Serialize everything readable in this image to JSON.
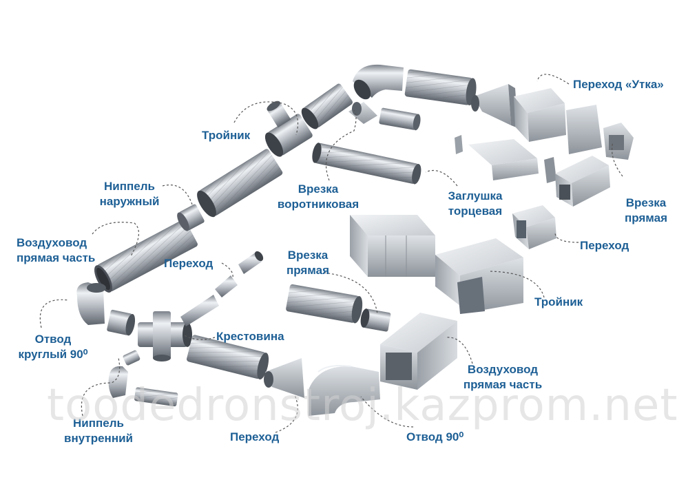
{
  "colors": {
    "label": "#1d5f95",
    "leader": "#555555",
    "metal_light": "#eef1f4",
    "metal_mid": "#b7bcc3",
    "metal_dark": "#6d737b"
  },
  "labels": {
    "tee_round": "Тройник",
    "nipple_outer_1": "Ниппель",
    "nipple_outer_2": "наружный",
    "duct_round_1": "Воздуховод",
    "duct_round_2": "прямая часть",
    "elbow_round_1": "Отвод",
    "elbow_round_2": "круглый 90⁰",
    "nipple_inner_1": "Ниппель",
    "nipple_inner_2": "внутренний",
    "reducer_round": "Переход",
    "cross": "Крестовина",
    "transition_bottom": "Переход",
    "collar_tap_1": "Врезка",
    "collar_tap_2": "воротниковая",
    "tap_straight_mid_1": "Врезка",
    "tap_straight_mid_2": "прямая",
    "end_cap_1": "Заглушка",
    "end_cap_2": "торцевая",
    "offset_duck": "Переход «Утка»",
    "tap_straight_right_1": "Врезка",
    "tap_straight_right_2": "прямая",
    "transition_right": "Переход",
    "tee_rect": "Тройник",
    "duct_rect_1": "Воздуховод",
    "duct_rect_2": "прямая часть",
    "elbow_rect": "Отвод 90⁰"
  },
  "watermark": "toodedronstroj.kazprom.net"
}
